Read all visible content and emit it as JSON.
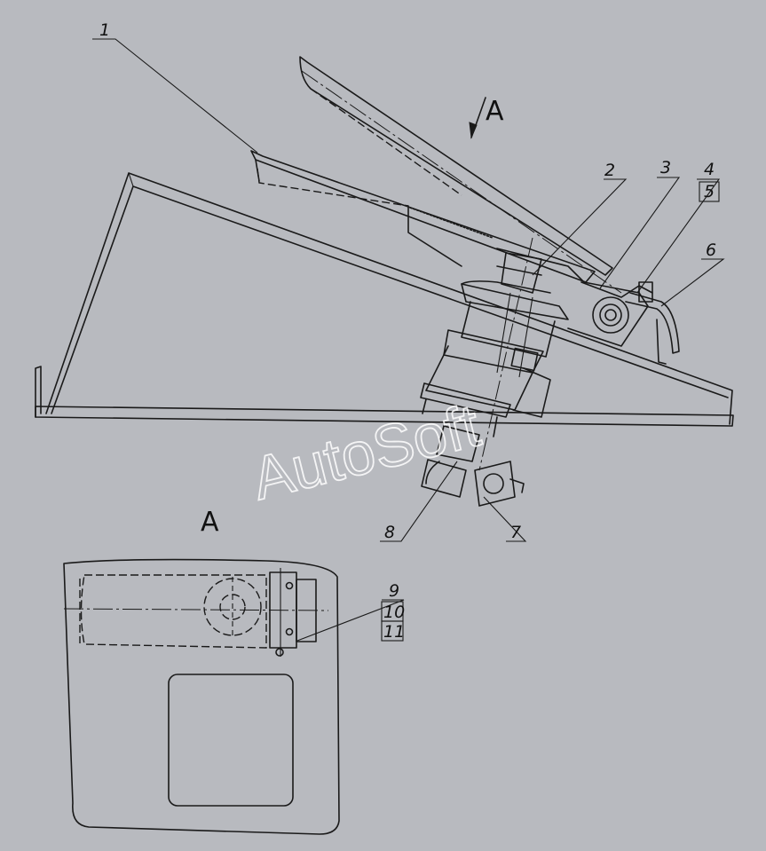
{
  "view_arrow_label": "A",
  "view_title": "A",
  "callouts": [
    "1",
    "2",
    "3",
    "4",
    "5",
    "6",
    "7",
    "8",
    "9",
    "10",
    "11"
  ],
  "watermark": "AutoSoft",
  "colors": {
    "background": "#b8babf",
    "line": "#1a1a1a",
    "watermark": "#ffffff"
  }
}
